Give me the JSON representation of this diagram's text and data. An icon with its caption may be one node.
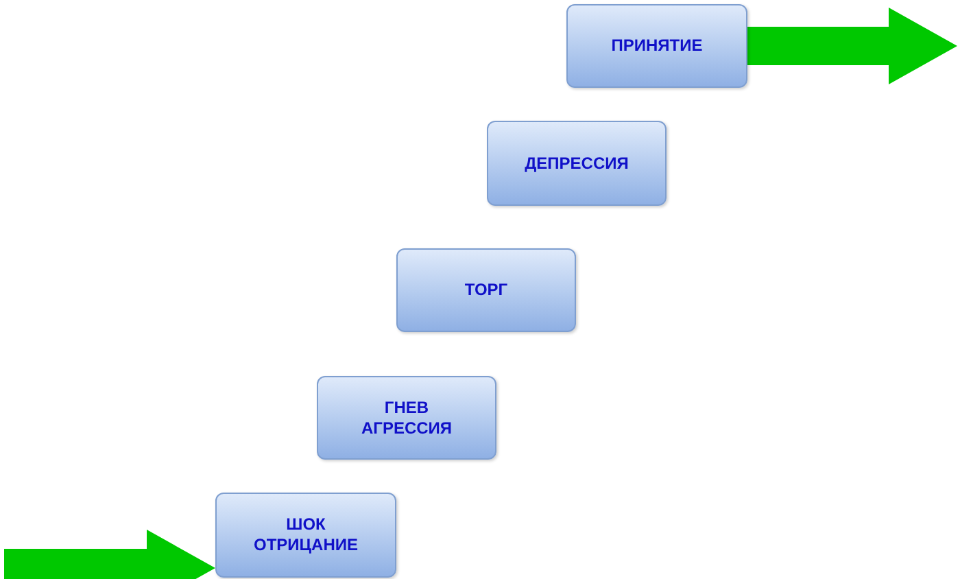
{
  "diagram": {
    "nodes": [
      {
        "text": [
          "ШОК",
          "ОТРИЦАНИЕ"
        ]
      },
      {
        "text": [
          "ГНЕВ",
          "АГРЕССИЯ"
        ]
      },
      {
        "text": [
          "ТОРГ"
        ]
      },
      {
        "text": [
          "ДЕПРЕССИЯ"
        ]
      },
      {
        "text": [
          "ПРИНЯТИЕ"
        ]
      }
    ],
    "edges": [
      {
        "from": null,
        "to": 0,
        "arrow": "to",
        "style": "thick"
      },
      {
        "from": 4,
        "to": null,
        "arrow": "to",
        "style": "thick"
      }
    ]
  }
}
